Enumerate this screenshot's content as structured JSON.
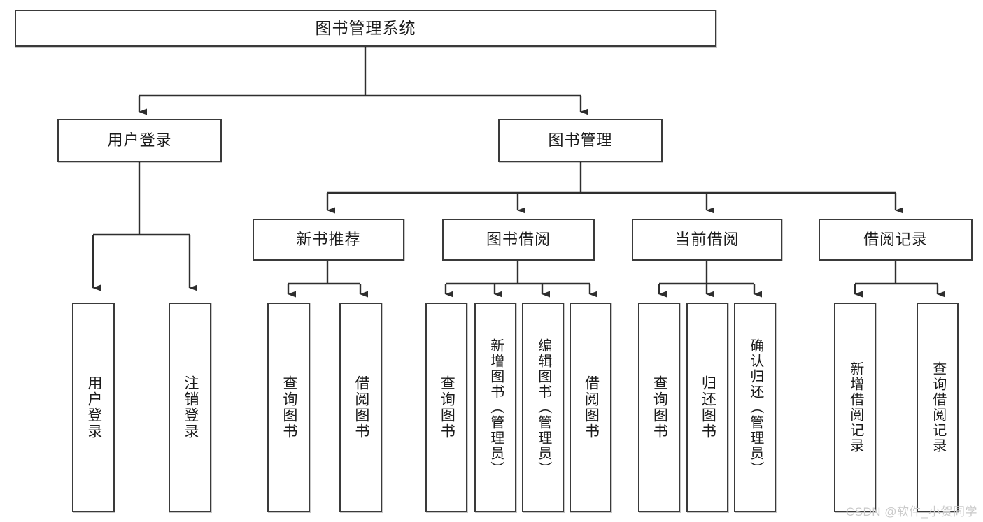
{
  "diagram": {
    "title": "图书管理系统",
    "type": "tree-hierarchy",
    "root": {
      "label": "图书管理系统"
    },
    "level2": [
      {
        "label": "用户登录"
      },
      {
        "label": "图书管理"
      }
    ],
    "level3": [
      {
        "label": "新书推荐"
      },
      {
        "label": "图书借阅"
      },
      {
        "label": "当前借阅"
      },
      {
        "label": "借阅记录"
      }
    ],
    "leaves": {
      "user_login": [
        {
          "label": "用户登录"
        },
        {
          "label": "注销登录"
        }
      ],
      "new_book_recommend": [
        {
          "label": "查询图书"
        },
        {
          "label": "借阅图书"
        }
      ],
      "book_borrow": [
        {
          "label": "查询图书"
        },
        {
          "label": "新增图书（管理员）"
        },
        {
          "label": "编辑图书（管理员）"
        },
        {
          "label": "借阅图书"
        }
      ],
      "current_borrow": [
        {
          "label": "查询图书"
        },
        {
          "label": "归还图书"
        },
        {
          "label": "确认归还（管理员）"
        }
      ],
      "borrow_record": [
        {
          "label": "新增借阅记录"
        },
        {
          "label": "查询借阅记录"
        }
      ]
    }
  },
  "watermark": {
    "text": "CSDN @软件_小贺同学"
  },
  "colors": {
    "border": "#3a3a3a",
    "text": "#1b1b1b",
    "background": "#ffffff",
    "watermark": "#c9c9c9"
  }
}
